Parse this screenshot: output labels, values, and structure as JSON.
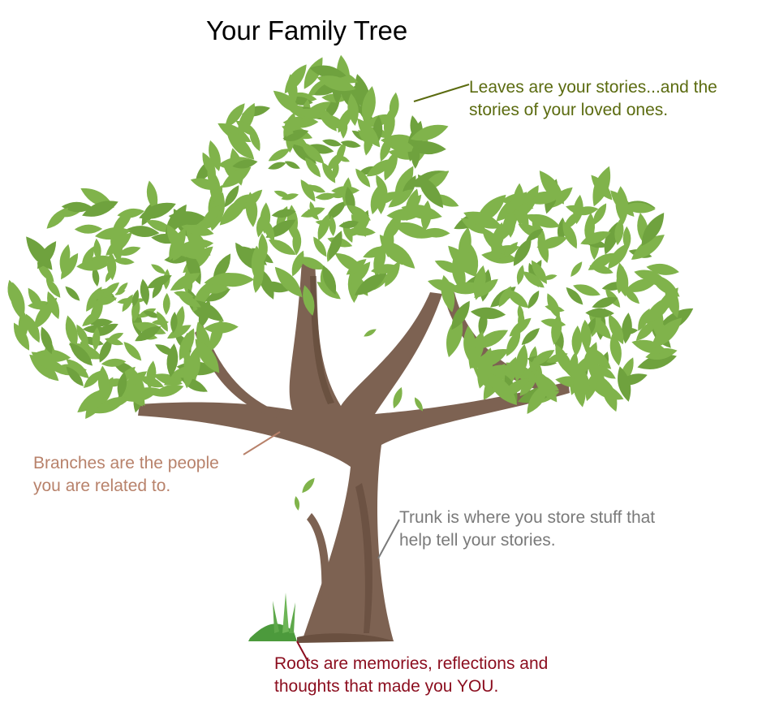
{
  "title": "Your Family Tree",
  "colors": {
    "leaf": "#80b34b",
    "leaf_dark": "#6fa23e",
    "trunk": "#7d6252",
    "trunk_dark": "#5e4636",
    "grass": "#4c9a3c",
    "leaves_text": "#5b6b10",
    "branches_text": "#b8826b",
    "trunk_text": "#7a7a7a",
    "roots_text": "#8b0d1e"
  },
  "labels": {
    "leaves": {
      "line1": "Leaves are your stories...and the",
      "line2": "stories of your loved ones."
    },
    "branches": {
      "line1": "Branches are the people",
      "line2": "you are related to."
    },
    "trunk": {
      "line1": "Trunk is where you store stuff that",
      "line2": "help tell your stories."
    },
    "roots": {
      "line1": "Roots are memories, reflections and",
      "line2": "thoughts that made you YOU."
    }
  }
}
